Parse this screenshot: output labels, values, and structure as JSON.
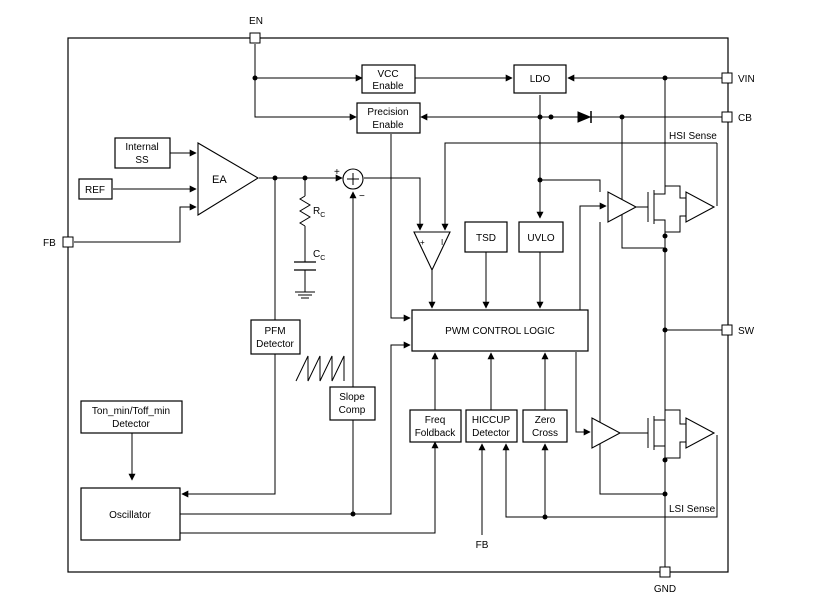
{
  "pins": {
    "en": "EN",
    "vin": "VIN",
    "cb": "CB",
    "fb_left": "FB",
    "sw": "SW",
    "gnd": "GND",
    "fb_bottom": "FB"
  },
  "blocks": {
    "vcc_enable": [
      "VCC",
      "Enable"
    ],
    "ldo": "LDO",
    "precision_enable": [
      "Precision",
      "Enable"
    ],
    "internal_ss": [
      "Internal",
      "SS"
    ],
    "ref": "REF",
    "ea": "EA",
    "tsd": "TSD",
    "uvlo": "UVLO",
    "pwm_control_logic": "PWM CONTROL LOGIC",
    "pfm_detector": [
      "PFM",
      "Detector"
    ],
    "slope_comp": [
      "Slope",
      "Comp"
    ],
    "ton_toff_detector": [
      "Ton_min/Toff_min",
      "Detector"
    ],
    "oscillator": "Oscillator",
    "freq_foldback": [
      "Freq",
      "Foldback"
    ],
    "hiccup_detector": [
      "HICCUP",
      "Detector"
    ],
    "zero_cross": [
      "Zero",
      "Cross"
    ]
  },
  "labels": {
    "hsi_sense": "HSI Sense",
    "lsi_sense": "LSI Sense",
    "rc_main": "R",
    "rc_sub": "C",
    "cc_main": "C",
    "cc_sub": "C",
    "sum_plus": "+",
    "sum_minus": "−",
    "comp_plus": "+",
    "comp_minus": "I"
  }
}
